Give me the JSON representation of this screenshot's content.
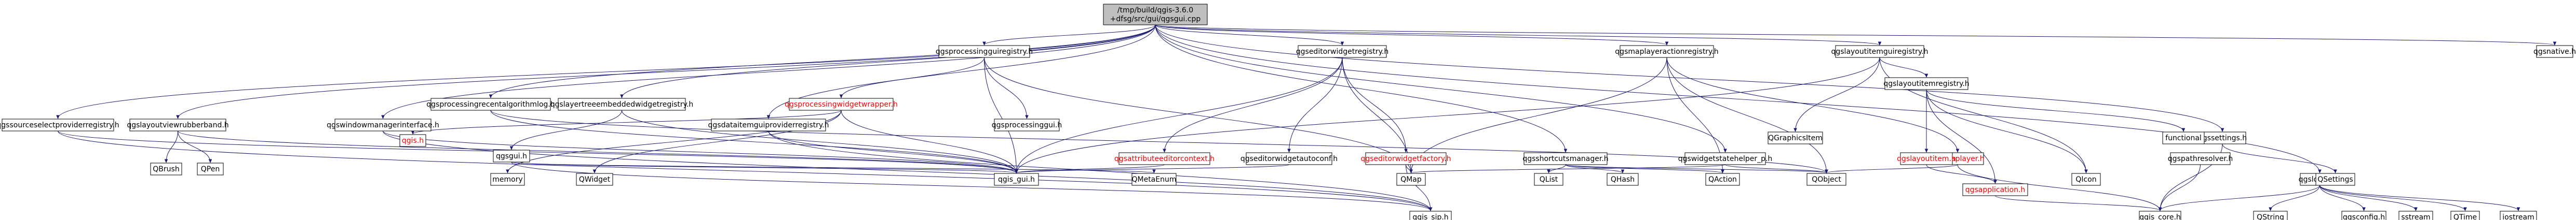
{
  "colors": {
    "edge": "#191970",
    "node_border": "#000000",
    "root_fill": "#bfbfbf",
    "highlight_text": "#ff0000"
  },
  "nodes": [
    {
      "id": "root",
      "lines": [
        "/tmp/build/qgis-3.6.0",
        "+dfsg/src/gui/qgsgui.cpp"
      ],
      "root": true
    },
    {
      "id": "qgsnative",
      "lines": [
        "qgsnative.h"
      ]
    },
    {
      "id": "qgslayouts",
      "lines": [
        "qgslayoutitemguiregistry.h"
      ]
    },
    {
      "id": "qgssourceselect",
      "lines": [
        "qgssourceselectproviderregistry.h"
      ]
    },
    {
      "id": "qgslayoutviewrubber",
      "lines": [
        "qgslayoutviewrubberband.h"
      ]
    },
    {
      "id": "qgswindowmanager",
      "lines": [
        "qgswindowmanagerinterface.h"
      ]
    },
    {
      "id": "qgsprocessingrecent",
      "lines": [
        "qgsprocessingrecentalgorithmlog.h"
      ]
    },
    {
      "id": "qgslayertreeembedded",
      "lines": [
        "qgslayertreeembeddedwidgetregistry.h"
      ]
    },
    {
      "id": "qgsprocessinggui",
      "lines": [
        "qgsprocessingguiregistry.h"
      ]
    },
    {
      "id": "qgseditorwidget",
      "lines": [
        "qgseditorwidgetregistry.h"
      ]
    },
    {
      "id": "qgsmaplayeraction",
      "lines": [
        "qgsmaplayeractionregistry.h"
      ]
    },
    {
      "id": "qgslayoutitemreg",
      "lines": [
        "qgslayoutitemregistry.h"
      ]
    },
    {
      "id": "qgssettings",
      "lines": [
        "qgssettings.h"
      ]
    },
    {
      "id": "qgslogger",
      "lines": [
        "qgslogger.h"
      ]
    },
    {
      "id": "qgsprocwrapper",
      "lines": [
        "qgsprocessingwidgetwrapper.h"
      ],
      "red": true
    },
    {
      "id": "qgsprocessingguih",
      "lines": [
        "qgsprocessinggui.h"
      ]
    },
    {
      "id": "qgsattributeedit",
      "lines": [
        "qgsattributeeditorcontext.h"
      ],
      "red": true
    },
    {
      "id": "qgseditorconfig",
      "lines": [
        "qgseditorwidgetautoconf.h"
      ]
    },
    {
      "id": "qgseditorfactory",
      "lines": [
        "qgseditorwidgetfactory.h"
      ],
      "red": true
    },
    {
      "id": "qgsshortcuts",
      "lines": [
        "qgsshortcutsmanager.h"
      ]
    },
    {
      "id": "qgswidgetstate",
      "lines": [
        "qgswidgetstatehelper_p.h"
      ]
    },
    {
      "id": "qgsmaplayerh",
      "lines": [
        "qgsmaplayer.h"
      ],
      "red": true
    },
    {
      "id": "qgslayoutitemh",
      "lines": [
        "qgslayoutitem.h"
      ],
      "red": true
    },
    {
      "id": "qgspathresolver",
      "lines": [
        "qgspathresolver.h"
      ]
    },
    {
      "id": "qgsh",
      "lines": [
        "qgis.h"
      ],
      "red": true
    },
    {
      "id": "qgsgui",
      "lines": [
        "qgsgui.h"
      ]
    },
    {
      "id": "qgsdataitemgui",
      "lines": [
        "qgsdataitemguiproviderregistry.h"
      ]
    },
    {
      "id": "qgsapplication",
      "lines": [
        "qgsapplication.h"
      ],
      "red": true
    },
    {
      "id": "qbrush",
      "lines": [
        "QBrush"
      ]
    },
    {
      "id": "qpen",
      "lines": [
        "QPen"
      ]
    },
    {
      "id": "memory",
      "lines": [
        "memory"
      ]
    },
    {
      "id": "qwidget",
      "lines": [
        "QWidget"
      ]
    },
    {
      "id": "qgsguih",
      "lines": [
        "qgis_gui.h"
      ]
    },
    {
      "id": "qmetaenum",
      "lines": [
        "QMetaEnum"
      ]
    },
    {
      "id": "qmap",
      "lines": [
        "QMap"
      ]
    },
    {
      "id": "qlist",
      "lines": [
        "QList"
      ]
    },
    {
      "id": "qhash",
      "lines": [
        "QHash"
      ]
    },
    {
      "id": "qaction",
      "lines": [
        "QAction"
      ]
    },
    {
      "id": "qobject",
      "lines": [
        "QObject"
      ]
    },
    {
      "id": "qgraphicsitem",
      "lines": [
        "QGraphicsItem"
      ]
    },
    {
      "id": "functional",
      "lines": [
        "functional"
      ]
    },
    {
      "id": "qicon",
      "lines": [
        "QIcon"
      ]
    },
    {
      "id": "qsettings",
      "lines": [
        "QSettings"
      ]
    },
    {
      "id": "qgssiph",
      "lines": [
        "qgis_sip.h"
      ]
    },
    {
      "id": "qgscoreh",
      "lines": [
        "qgis_core.h"
      ]
    },
    {
      "id": "qstring",
      "lines": [
        "QString"
      ]
    },
    {
      "id": "qgsconfigh",
      "lines": [
        "qgsconfig.h"
      ]
    },
    {
      "id": "sstream",
      "lines": [
        "sstream"
      ]
    },
    {
      "id": "qtime",
      "lines": [
        "QTime"
      ]
    },
    {
      "id": "iostream",
      "lines": [
        "iostream"
      ]
    }
  ]
}
